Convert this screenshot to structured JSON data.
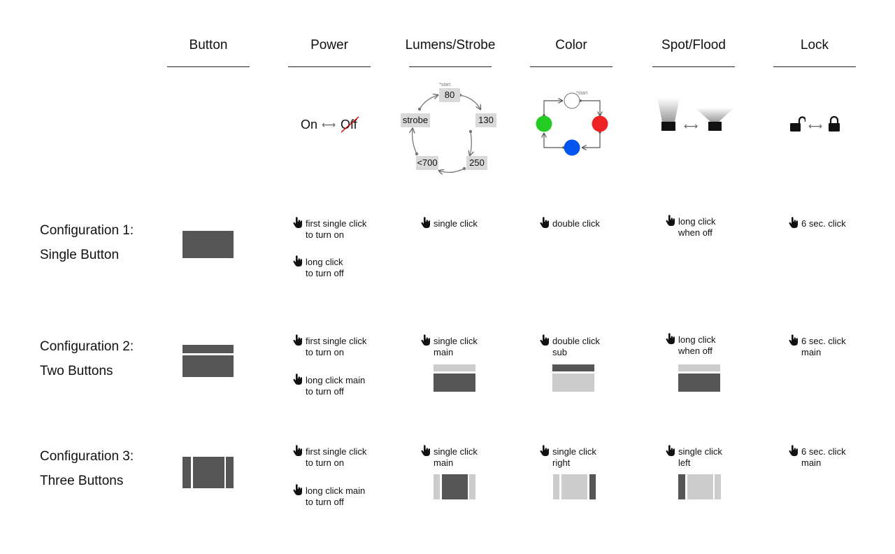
{
  "headers": {
    "button": "Button",
    "power": "Power",
    "lumens": "Lumens/Strobe",
    "color": "Color",
    "spot": "Spot/Flood",
    "lock": "Lock"
  },
  "power_symbol": {
    "on": "On",
    "arrow": "⟷",
    "off": "Off"
  },
  "lumens_cycle": {
    "start_note": "*start",
    "steps": [
      "80",
      "130",
      "250",
      "<700",
      "strobe"
    ]
  },
  "color_cycle": {
    "start_note": "*start",
    "colors": [
      "#ffffff",
      "#ee2222",
      "#0055ee",
      "#22cc22"
    ]
  },
  "spot_arrow": "⟷",
  "lock_arrow": "⟷",
  "configs": [
    {
      "title": "Configuration 1:",
      "subtitle": "Single Button",
      "power": [
        {
          "line1": "first single click",
          "line2": "to turn on"
        },
        {
          "line1": "long click",
          "line2": "to turn off"
        }
      ],
      "lumens": {
        "line1": "single click",
        "line2": ""
      },
      "color": {
        "line1": "double click",
        "line2": ""
      },
      "spot": {
        "line1": "long click",
        "line2": "when off"
      },
      "lock": {
        "line1": "6 sec. click",
        "line2": ""
      }
    },
    {
      "title": "Configuration 2:",
      "subtitle": "Two Buttons",
      "power": [
        {
          "line1": "first single click",
          "line2": "to turn on"
        },
        {
          "line1": "long click main",
          "line2": "to turn off"
        }
      ],
      "lumens": {
        "line1": "single click",
        "line2": "main"
      },
      "color": {
        "line1": "double click",
        "line2": "sub"
      },
      "spot": {
        "line1": "long click",
        "line2": "when off"
      },
      "lock": {
        "line1": "6 sec. click",
        "line2": "main"
      }
    },
    {
      "title": "Configuration 3:",
      "subtitle": "Three Buttons",
      "power": [
        {
          "line1": "first single click",
          "line2": "to turn on"
        },
        {
          "line1": "long click main",
          "line2": "to turn off"
        }
      ],
      "lumens": {
        "line1": "single click",
        "line2": "main"
      },
      "color": {
        "line1": "single click",
        "line2": "right"
      },
      "spot": {
        "line1": "single click",
        "line2": "left"
      },
      "lock": {
        "line1": "6 sec. click",
        "line2": "main"
      }
    }
  ],
  "palette": {
    "button_dark": "#555555",
    "button_light": "#cccccc",
    "step_box": "#d9d9d9",
    "strike": "#cc0000"
  }
}
